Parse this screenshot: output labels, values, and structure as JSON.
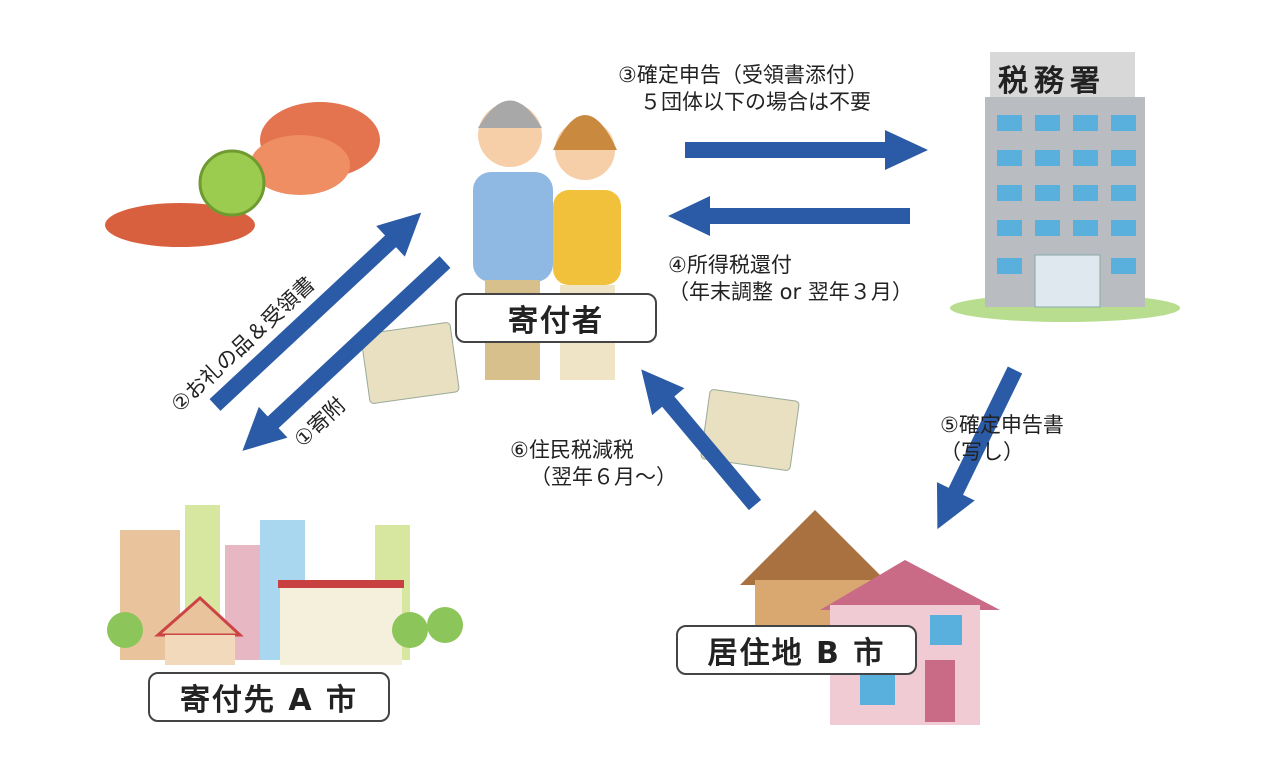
{
  "title": "ふるさと納税の仕組み",
  "nodes": {
    "donor": "寄付者",
    "tax_office": "税務署",
    "city_a": "寄付先 A 市",
    "city_b": "居住地 B 市"
  },
  "flows": {
    "step1": "①寄附",
    "step2": "②お礼の品＆受領書",
    "step3_line1": "③確定申告（受領書添付）",
    "step3_line2": "５団体以下の場合は不要",
    "step4_line1": "④所得税還付",
    "step4_line2": "（年末調整 or 翌年３月）",
    "step5_line1": "⑤確定申告書",
    "step5_line2": "（写し）",
    "step6_line1": "⑥住民税減税",
    "step6_line2": "（翌年６月～）"
  },
  "colors": {
    "arrow": "#2b5ba6",
    "building": "#b9bcc0",
    "window": "#5ab0dd",
    "grass": "#b8dd8e"
  }
}
